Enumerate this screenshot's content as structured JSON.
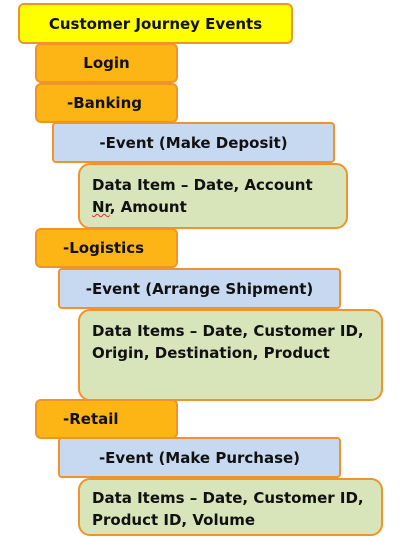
{
  "root": {
    "label": "Customer Journey Events"
  },
  "login": {
    "label": "Login"
  },
  "banking": {
    "label": "-Banking",
    "event": "-Event (Make Deposit)",
    "data_line1": "Data Item – Date, Account",
    "data_line2_prefix": "Nr",
    "data_line2_rest": ", Amount"
  },
  "logistics": {
    "label": "-Logistics",
    "event": "-Event (Arrange Shipment)",
    "data": "Data Items – Date, Customer ID, Origin, Destination, Product"
  },
  "retail": {
    "label": "-Retail",
    "event": "-Event (Make Purchase)",
    "data": "Data Items – Date, Customer ID, Product ID, Volume"
  },
  "colors": {
    "root_fill": "#ffff00",
    "category_fill": "#fdb515",
    "event_fill": "#c6d9f1",
    "data_fill": "#d8e5bb",
    "border": "#f0932b"
  }
}
